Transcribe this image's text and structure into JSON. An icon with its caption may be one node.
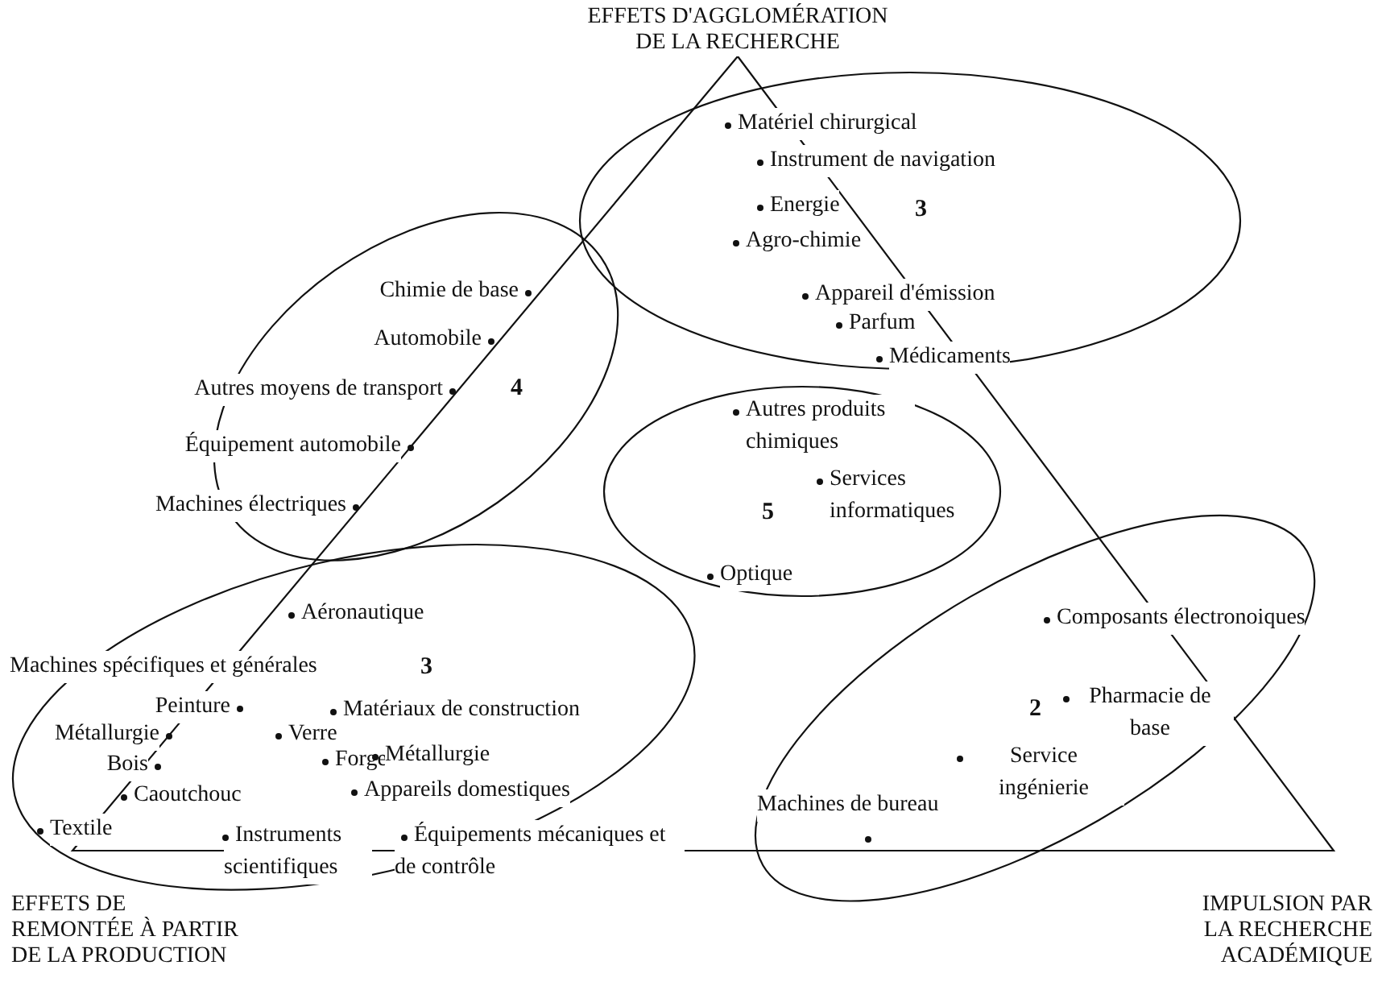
{
  "diagram": {
    "nodes": [
      {
        "text": [
          "3"
        ]
      },
      {
        "text": [
          "4"
        ]
      },
      {
        "text": [
          "5"
        ]
      },
      {
        "text": [
          "3"
        ]
      },
      {
        "text": [
          "2"
        ]
      }
    ],
    "labels": [
      "EFFETS D'AGGLOMÉRATION DE LA RECHERCHE",
      "Matériel chirurgical",
      "Instrument de navigation",
      "Energie",
      "Agro-chimie",
      "Appareil d'émission",
      "Parfum",
      "Médicaments",
      "Chimie de base",
      "Automobile",
      "Autres moyens de transport",
      "Équipement automobile",
      "Machines électriques",
      "Autres produits chimiques",
      "Services informatiques",
      "Optique",
      "Aéronautique",
      "Machines spécifiques et générales",
      "Peinture",
      "Matériaux de construction",
      "Métallurgie",
      "Verre",
      "Bois",
      "Forge",
      "Métallurgie",
      "Caoutchouc",
      "Appareils domestiques",
      "Textile",
      "Instruments scientifiques",
      "Équipements mécaniques et de contrôle",
      "Composants électronoiques",
      "Pharmacie de base",
      "Service ingénierie",
      "Machines de bureau",
      "EFFETS DE REMONTÉE À PARTIR DE LA PRODUCTION",
      "IMPULSION PAR LA RECHERCHE ACADÉMIQUE"
    ]
  }
}
